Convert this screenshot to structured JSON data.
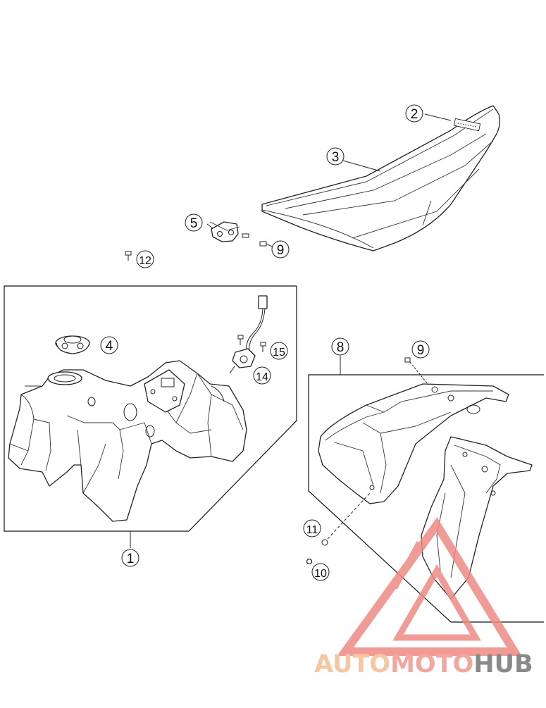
{
  "callouts": {
    "c1": "1",
    "c2": "2",
    "c3": "3",
    "c4": "4",
    "c5": "5",
    "c8": "8",
    "c9a": "9",
    "c9b": "9",
    "c10": "10",
    "c11": "11",
    "c12": "12",
    "c14": "14",
    "c15": "15"
  },
  "watermark": {
    "part1": "AUTO",
    "part2": "MOTO",
    "part3": "HUB",
    "colors": {
      "auto": "#f5c7a3",
      "moto": "#f3a6a0",
      "hub": "#8a8a8a",
      "triangle": "#ef8a86"
    }
  },
  "icons": [
    "seat-icon",
    "fuel-tank-icon",
    "tank-cap-icon",
    "side-cover-icon",
    "screw-icon"
  ]
}
